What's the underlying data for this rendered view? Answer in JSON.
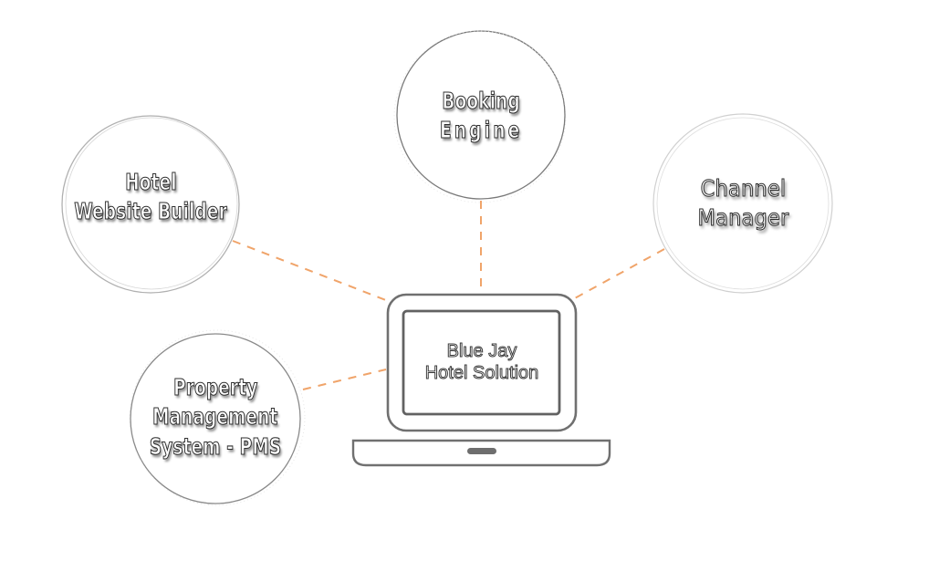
{
  "diagram": {
    "center": {
      "label_line1": "Blue Jay",
      "label_line2": "Hotel Solution",
      "icon": "laptop-icon"
    },
    "nodes": [
      {
        "id": "booking-engine",
        "label_line1": "Booking",
        "label_line2": "Engine"
      },
      {
        "id": "hotel-website-builder",
        "label_line1": "Hotel",
        "label_line2": "Website Builder"
      },
      {
        "id": "channel-manager",
        "label_line1": "Channel",
        "label_line2": "Manager"
      },
      {
        "id": "property-management-system",
        "label_line1": "Property",
        "label_line2": "Management",
        "label_line3": "System - PMS"
      }
    ],
    "connections": [
      {
        "from": "booking-engine",
        "to": "center"
      },
      {
        "from": "hotel-website-builder",
        "to": "center"
      },
      {
        "from": "channel-manager",
        "to": "center"
      },
      {
        "from": "property-management-system",
        "to": "center"
      }
    ],
    "colors": {
      "connector": "#f0a46a",
      "outline": "#6b6b6b",
      "light_outline": "#c8c8c8",
      "background": "#ffffff"
    }
  }
}
